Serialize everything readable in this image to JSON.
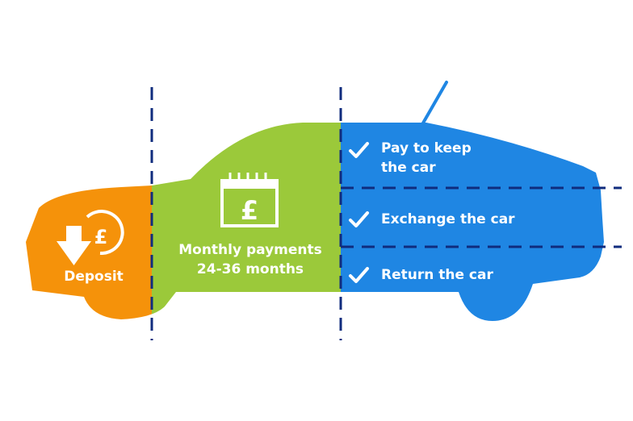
{
  "colors": {
    "deposit": "#F5920A",
    "monthly": "#9BC93A",
    "options": "#1F86E3",
    "dashes": "#102C7E",
    "text": "#FFFFFF"
  },
  "deposit": {
    "label": "Deposit",
    "icons": [
      "down-arrow-icon",
      "pound-coin-icon"
    ]
  },
  "monthly": {
    "line1": "Monthly payments",
    "line2": "24-36 months",
    "icon": "pound-calendar-icon"
  },
  "options": {
    "keep_line1": "Pay to keep",
    "keep_line2": "the car",
    "exchange": "Exchange the car",
    "return": "Return the car",
    "icon": "checkmark-icon"
  }
}
